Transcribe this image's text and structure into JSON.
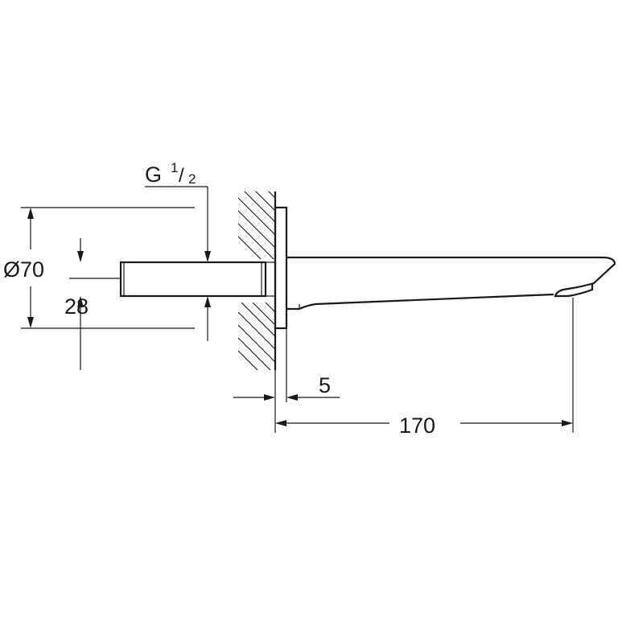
{
  "drawing": {
    "dimensions": {
      "thread_prefix": "G",
      "thread_num": "1",
      "thread_slash": "/",
      "thread_den": "2",
      "flange_diameter": "Ø70",
      "pipe_height": "28",
      "wall_offset": "5",
      "spout_projection": "170"
    }
  }
}
